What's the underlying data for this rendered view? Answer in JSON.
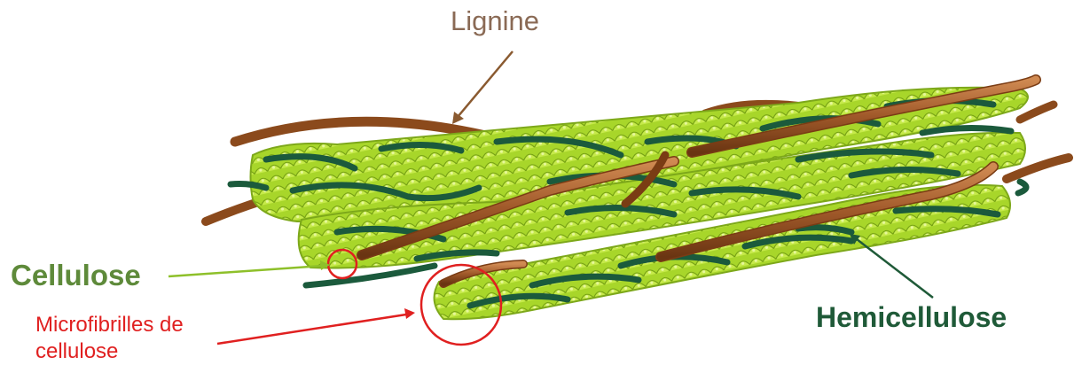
{
  "labels": {
    "lignine": "Lignine",
    "cellulose": "Cellulose",
    "hemicellulose": "Hemicellulose",
    "microfibrilles_line1": "Microfibrilles de",
    "microfibrilles_line2": "cellulose"
  },
  "colors": {
    "cellulose": "#a8d62a",
    "cellulose_dark": "#6f9a10",
    "hemicellulose": "#1b5a3c",
    "lignine": "#a0592a",
    "highlight": "#e02020",
    "lignine_label": "#8a6a55",
    "cellulose_label": "#5e8a3a"
  }
}
